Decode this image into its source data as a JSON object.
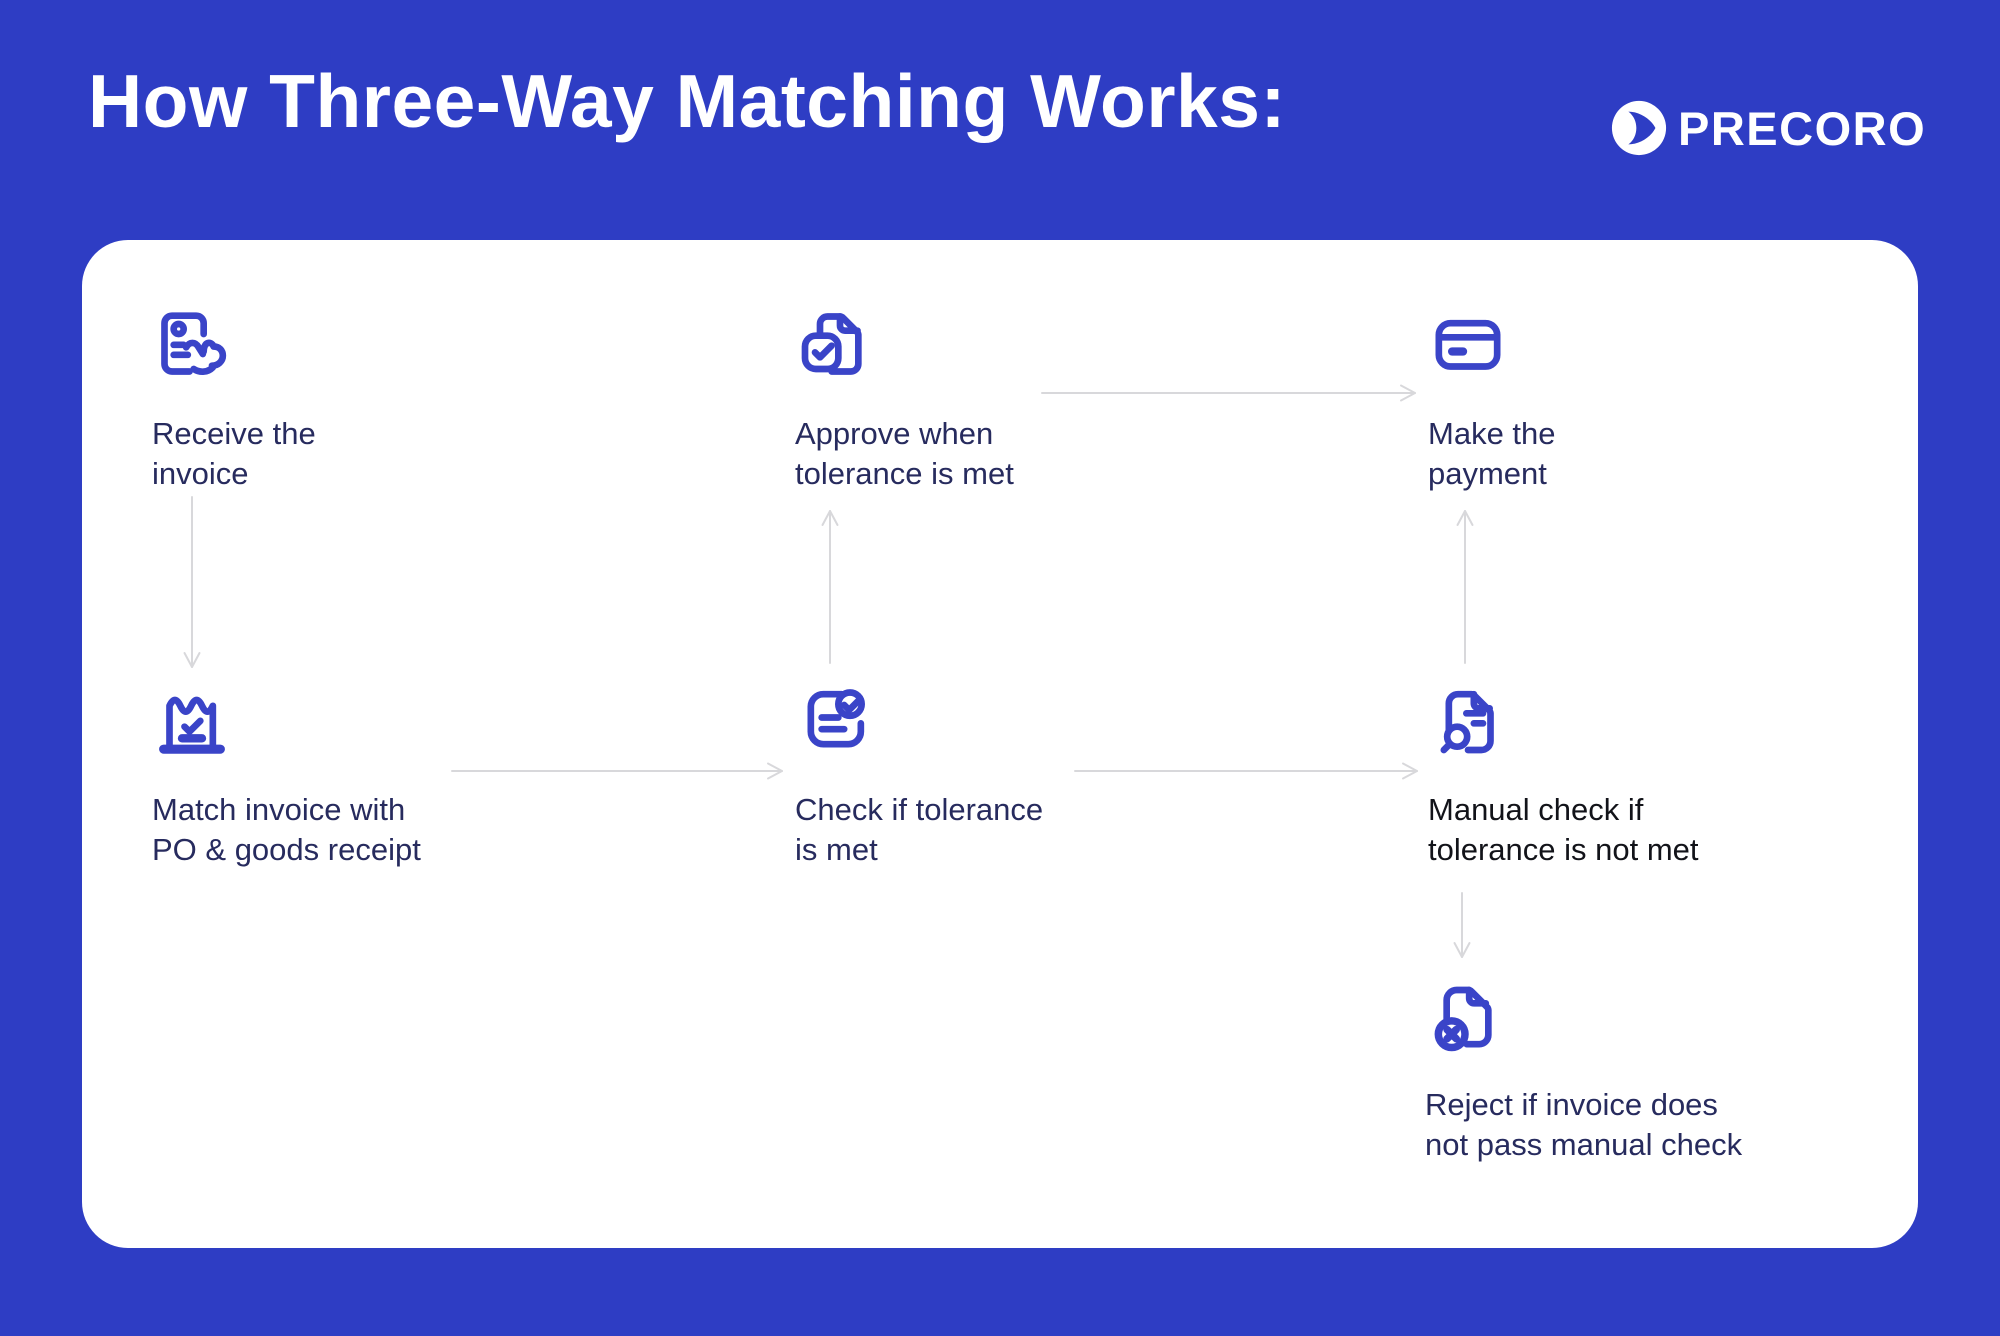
{
  "header": {
    "title": "How Three-Way Matching Works:",
    "brand": "PRECORO"
  },
  "colors": {
    "background": "#2E3DC4",
    "card": "#FFFFFF",
    "icon_accent": "#3A44C8",
    "label_text": "#272B5E",
    "label_text_emphasis": "#121319",
    "arrow": "#D8D8DB",
    "title_text": "#FFFFFF"
  },
  "flow": {
    "steps": [
      {
        "id": "receive-invoice",
        "label": "Receive the\ninvoice",
        "icon": "invoice-hand-icon"
      },
      {
        "id": "approve-tolerance",
        "label": "Approve when\ntolerance is met",
        "icon": "document-check-badge-icon"
      },
      {
        "id": "make-payment",
        "label": "Make the\npayment",
        "icon": "credit-card-icon"
      },
      {
        "id": "match-invoice",
        "label": "Match invoice with\nPO & goods receipt",
        "icon": "receipt-check-icon"
      },
      {
        "id": "check-tolerance",
        "label": "Check if tolerance\nis met",
        "icon": "note-check-circle-icon"
      },
      {
        "id": "manual-check",
        "label": "Manual check if\ntolerance is not met",
        "icon": "document-search-icon"
      },
      {
        "id": "reject-invoice",
        "label": "Reject if invoice does\nnot pass manual check",
        "icon": "document-reject-icon"
      }
    ],
    "connections": [
      {
        "from": "receive-invoice",
        "to": "match-invoice",
        "direction": "down"
      },
      {
        "from": "match-invoice",
        "to": "check-tolerance",
        "direction": "right"
      },
      {
        "from": "check-tolerance",
        "to": "approve-tolerance",
        "direction": "up"
      },
      {
        "from": "approve-tolerance",
        "to": "make-payment",
        "direction": "right"
      },
      {
        "from": "check-tolerance",
        "to": "manual-check",
        "direction": "right"
      },
      {
        "from": "manual-check",
        "to": "make-payment",
        "direction": "up"
      },
      {
        "from": "manual-check",
        "to": "reject-invoice",
        "direction": "down"
      }
    ]
  }
}
